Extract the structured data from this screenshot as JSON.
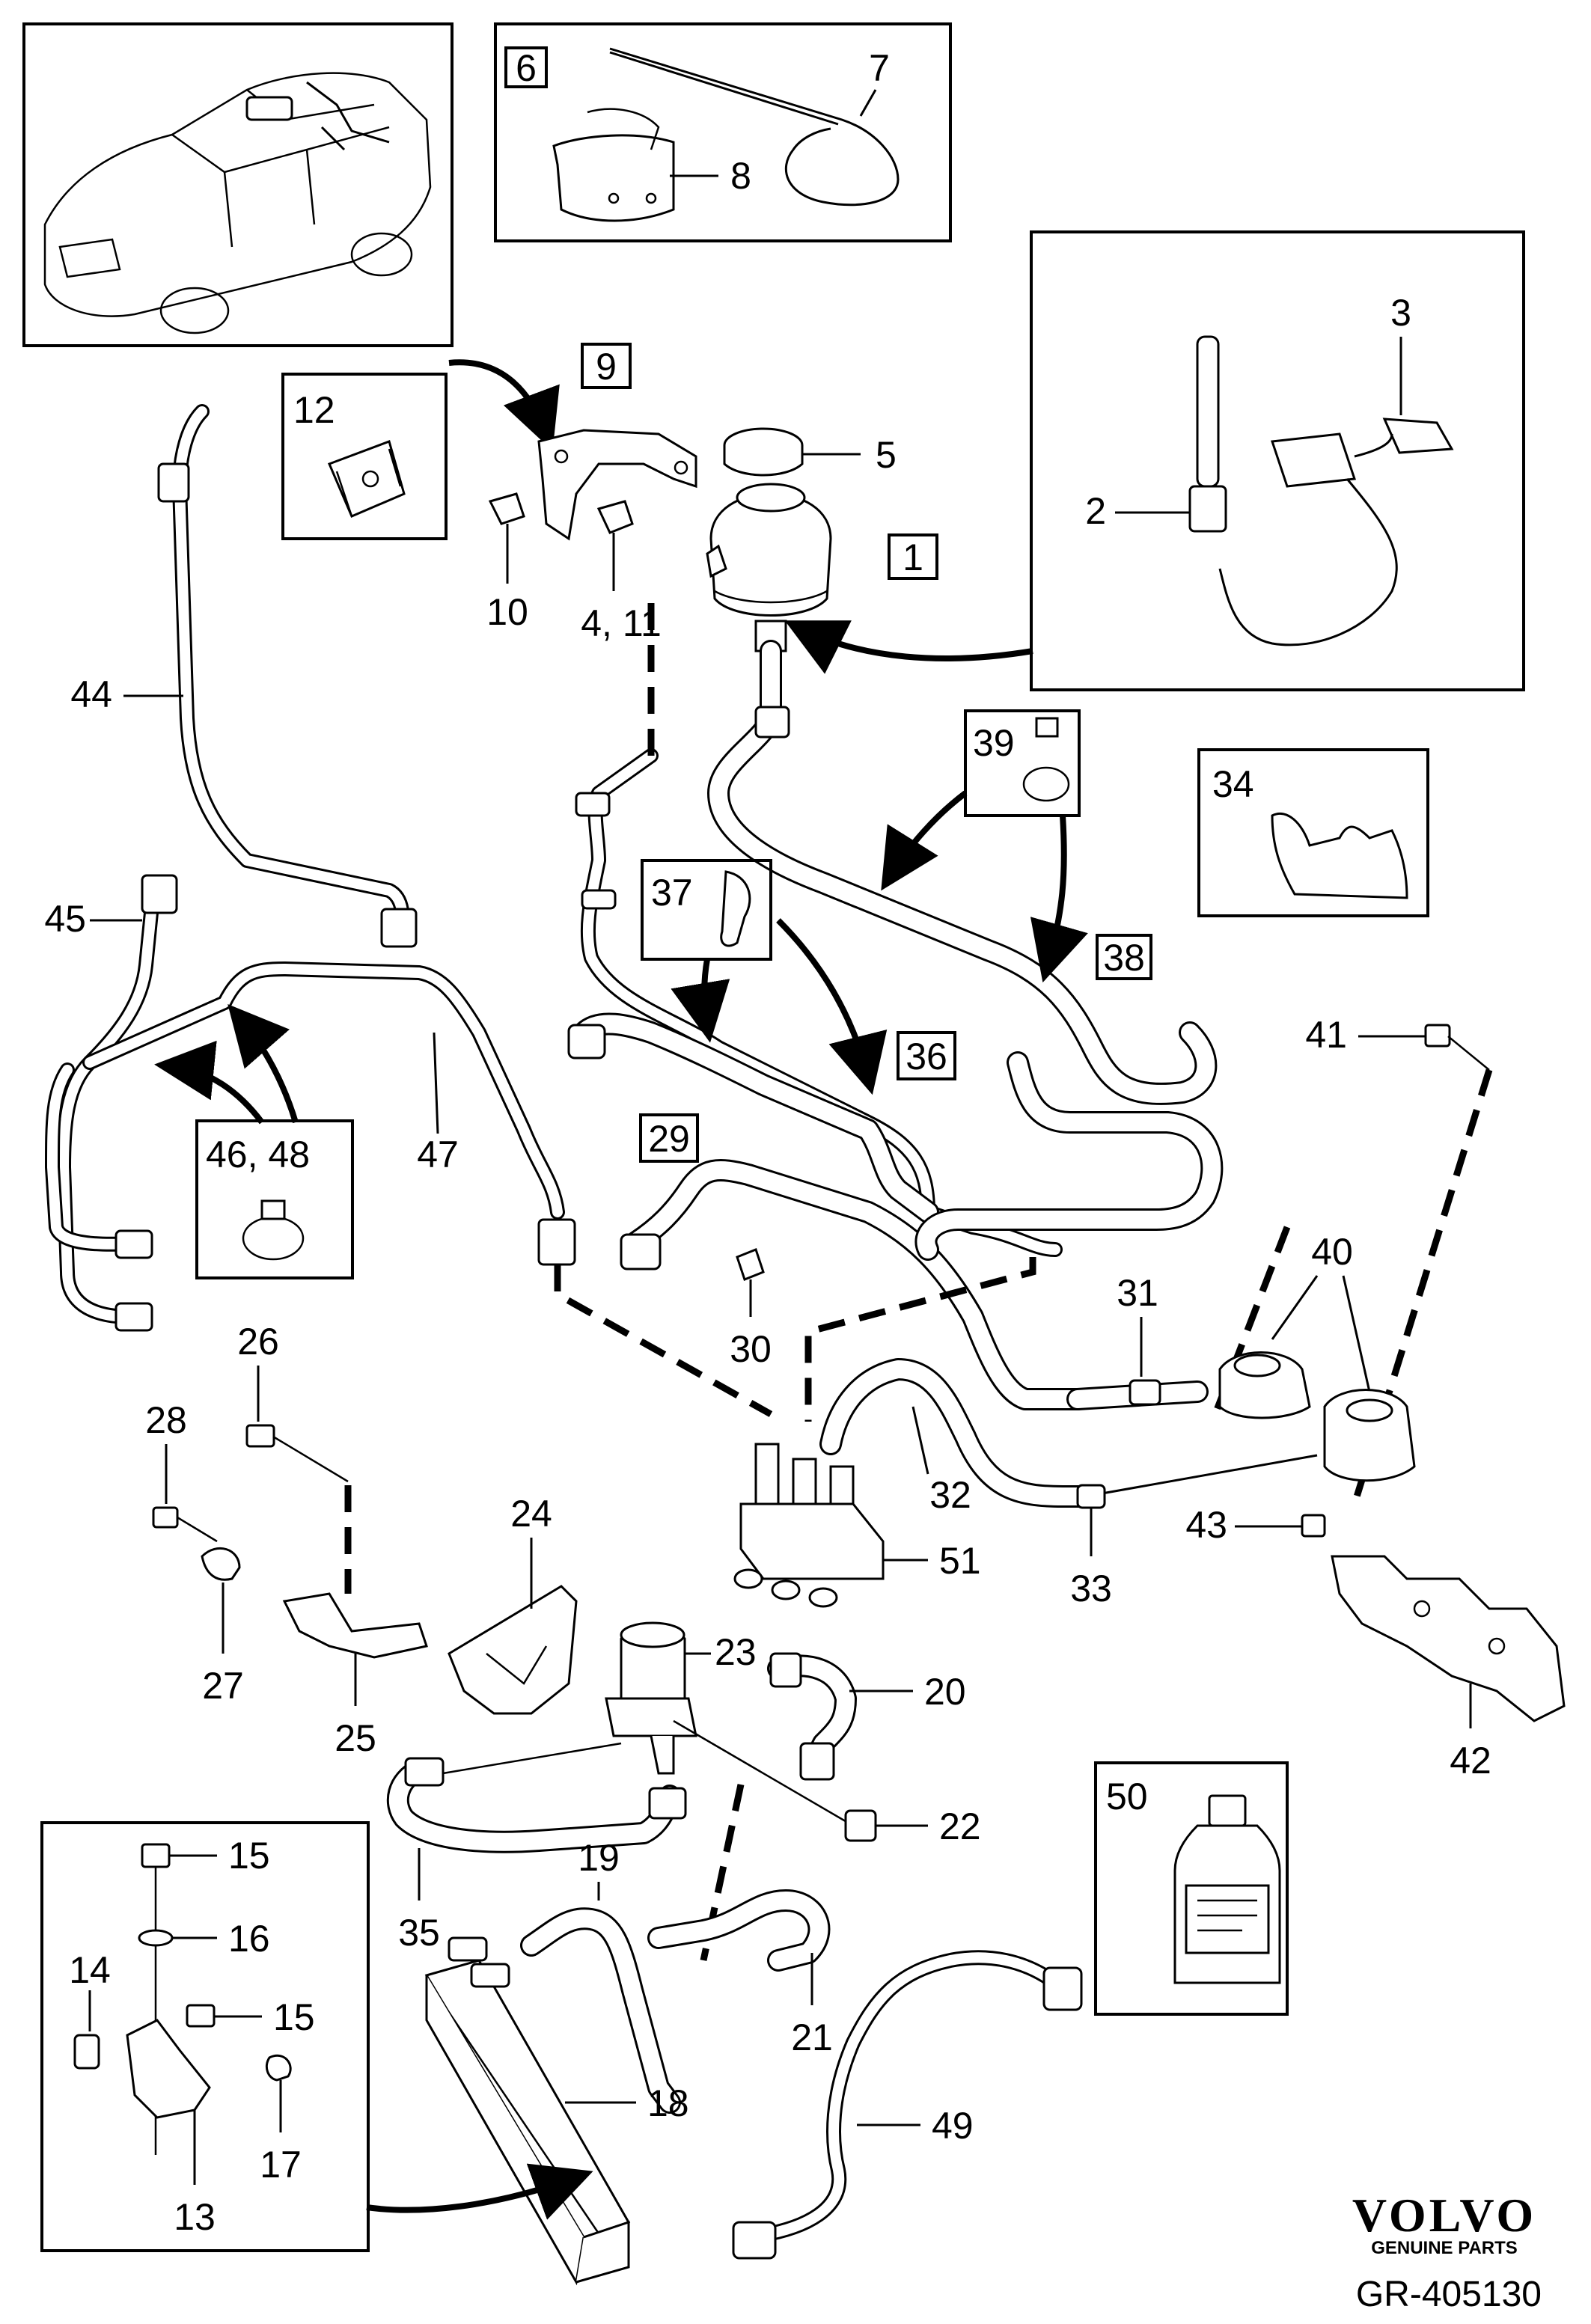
{
  "callouts": {
    "c1": "1",
    "c2": "2",
    "c3": "3",
    "c5": "5",
    "c6": "6",
    "c7": "7",
    "c8": "8",
    "c9": "9",
    "c10": "10",
    "c4_11": "4, 11",
    "c12": "12",
    "c13": "13",
    "c14": "14",
    "c15a": "15",
    "c15b": "15",
    "c16": "16",
    "c17": "17",
    "c18": "18",
    "c19": "19",
    "c20": "20",
    "c21": "21",
    "c22": "22",
    "c23": "23",
    "c24": "24",
    "c25": "25",
    "c26": "26",
    "c27": "27",
    "c28": "28",
    "c29": "29",
    "c30": "30",
    "c31": "31",
    "c32": "32",
    "c33": "33",
    "c34": "34",
    "c35": "35",
    "c36": "36",
    "c37": "37",
    "c38": "38",
    "c39": "39",
    "c40": "40",
    "c41": "41",
    "c42": "42",
    "c43": "43",
    "c44": "44",
    "c45": "45",
    "c46_48": "46,  48",
    "c47": "47",
    "c49": "49",
    "c50": "50",
    "c51": "51"
  },
  "brand": {
    "name": "VOLVO",
    "tagline": "GENUINE PARTS"
  },
  "reference": "GR-405130",
  "icons": {
    "car": "car-overview-icon",
    "bottle": "coolant-bottle-icon"
  }
}
